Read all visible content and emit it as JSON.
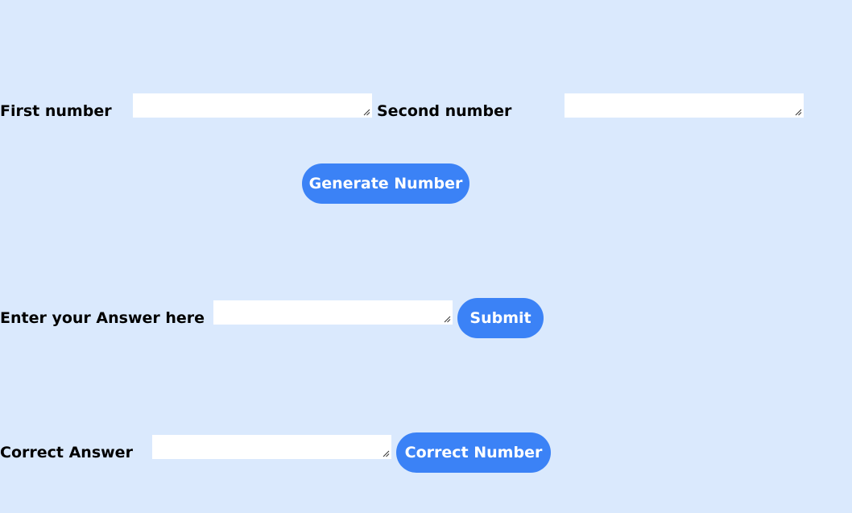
{
  "numbers": {
    "first_label": "First number",
    "first_value": "",
    "second_label": "Second number",
    "second_value": "",
    "generate_label": "Generate Number"
  },
  "answer": {
    "label": "Enter your Answer here",
    "value": "",
    "submit_label": "Submit"
  },
  "correct": {
    "label": "Correct Answer",
    "value": "",
    "button_label": "Correct Number"
  },
  "colors": {
    "background": "#dae9fd",
    "button": "#3b82f6",
    "button_text": "#ffffff"
  }
}
